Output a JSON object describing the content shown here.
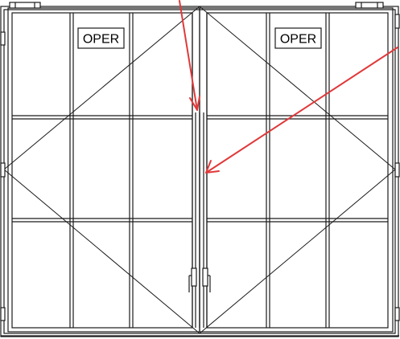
{
  "labels": {
    "left_leaf": "OPER",
    "right_leaf": "OPER"
  },
  "colors": {
    "frame": "#1a1a1a",
    "annotation_arrow": "#e0393a",
    "background": "#ffffff"
  },
  "leaves": {
    "left": {
      "columns": 3,
      "rows": 3,
      "opening": "swing"
    },
    "right": {
      "columns": 3,
      "rows": 3,
      "opening": "swing"
    }
  },
  "annotations": [
    {
      "type": "arrow",
      "target": "meeting-stile"
    },
    {
      "type": "arrow",
      "target": "meeting-stile"
    }
  ]
}
